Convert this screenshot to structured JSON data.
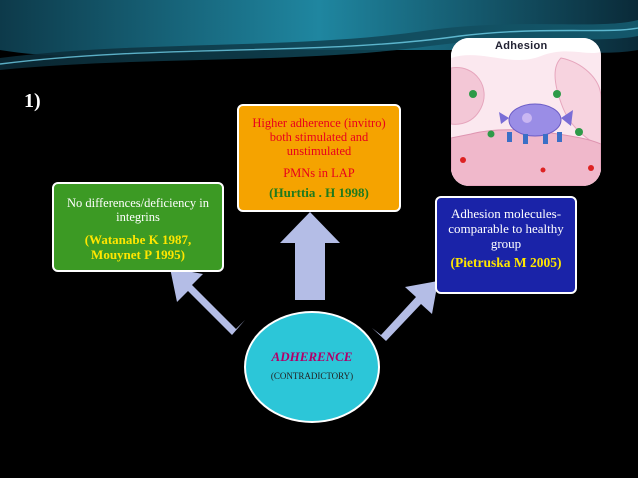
{
  "slide": {
    "number": "1)",
    "colors": {
      "background": "#000000",
      "header_band": "#1b6e86"
    }
  },
  "hub": {
    "title": "ADHERENCE",
    "subtitle": "(CONTRADICTORY)",
    "color": "#2cc6d8"
  },
  "boxes": {
    "left": {
      "line1": "No differences/deficiency in  integrins",
      "ref": "(Watanabe K 1987, Mouynet P 1995)",
      "color": "#3c9a24"
    },
    "top": {
      "line1": "Higher adherence (invitro) both stimulated and unstimulated",
      "line2": "PMNs in LAP",
      "ref": "(Hurttia . H 1998)",
      "color": "#f5a300"
    },
    "right": {
      "line1": "Adhesion molecules- comparable to healthy group",
      "ref": "(Pietruska M 2005)",
      "color": "#1a23a8"
    }
  },
  "thumbnail": {
    "label": "Adhesion",
    "icon": "adhesion-cell-illustration"
  },
  "arrows": {
    "color": "#b4bde6",
    "icons": [
      "arrow-up-left-icon",
      "arrow-up-icon",
      "arrow-up-right-icon"
    ]
  }
}
